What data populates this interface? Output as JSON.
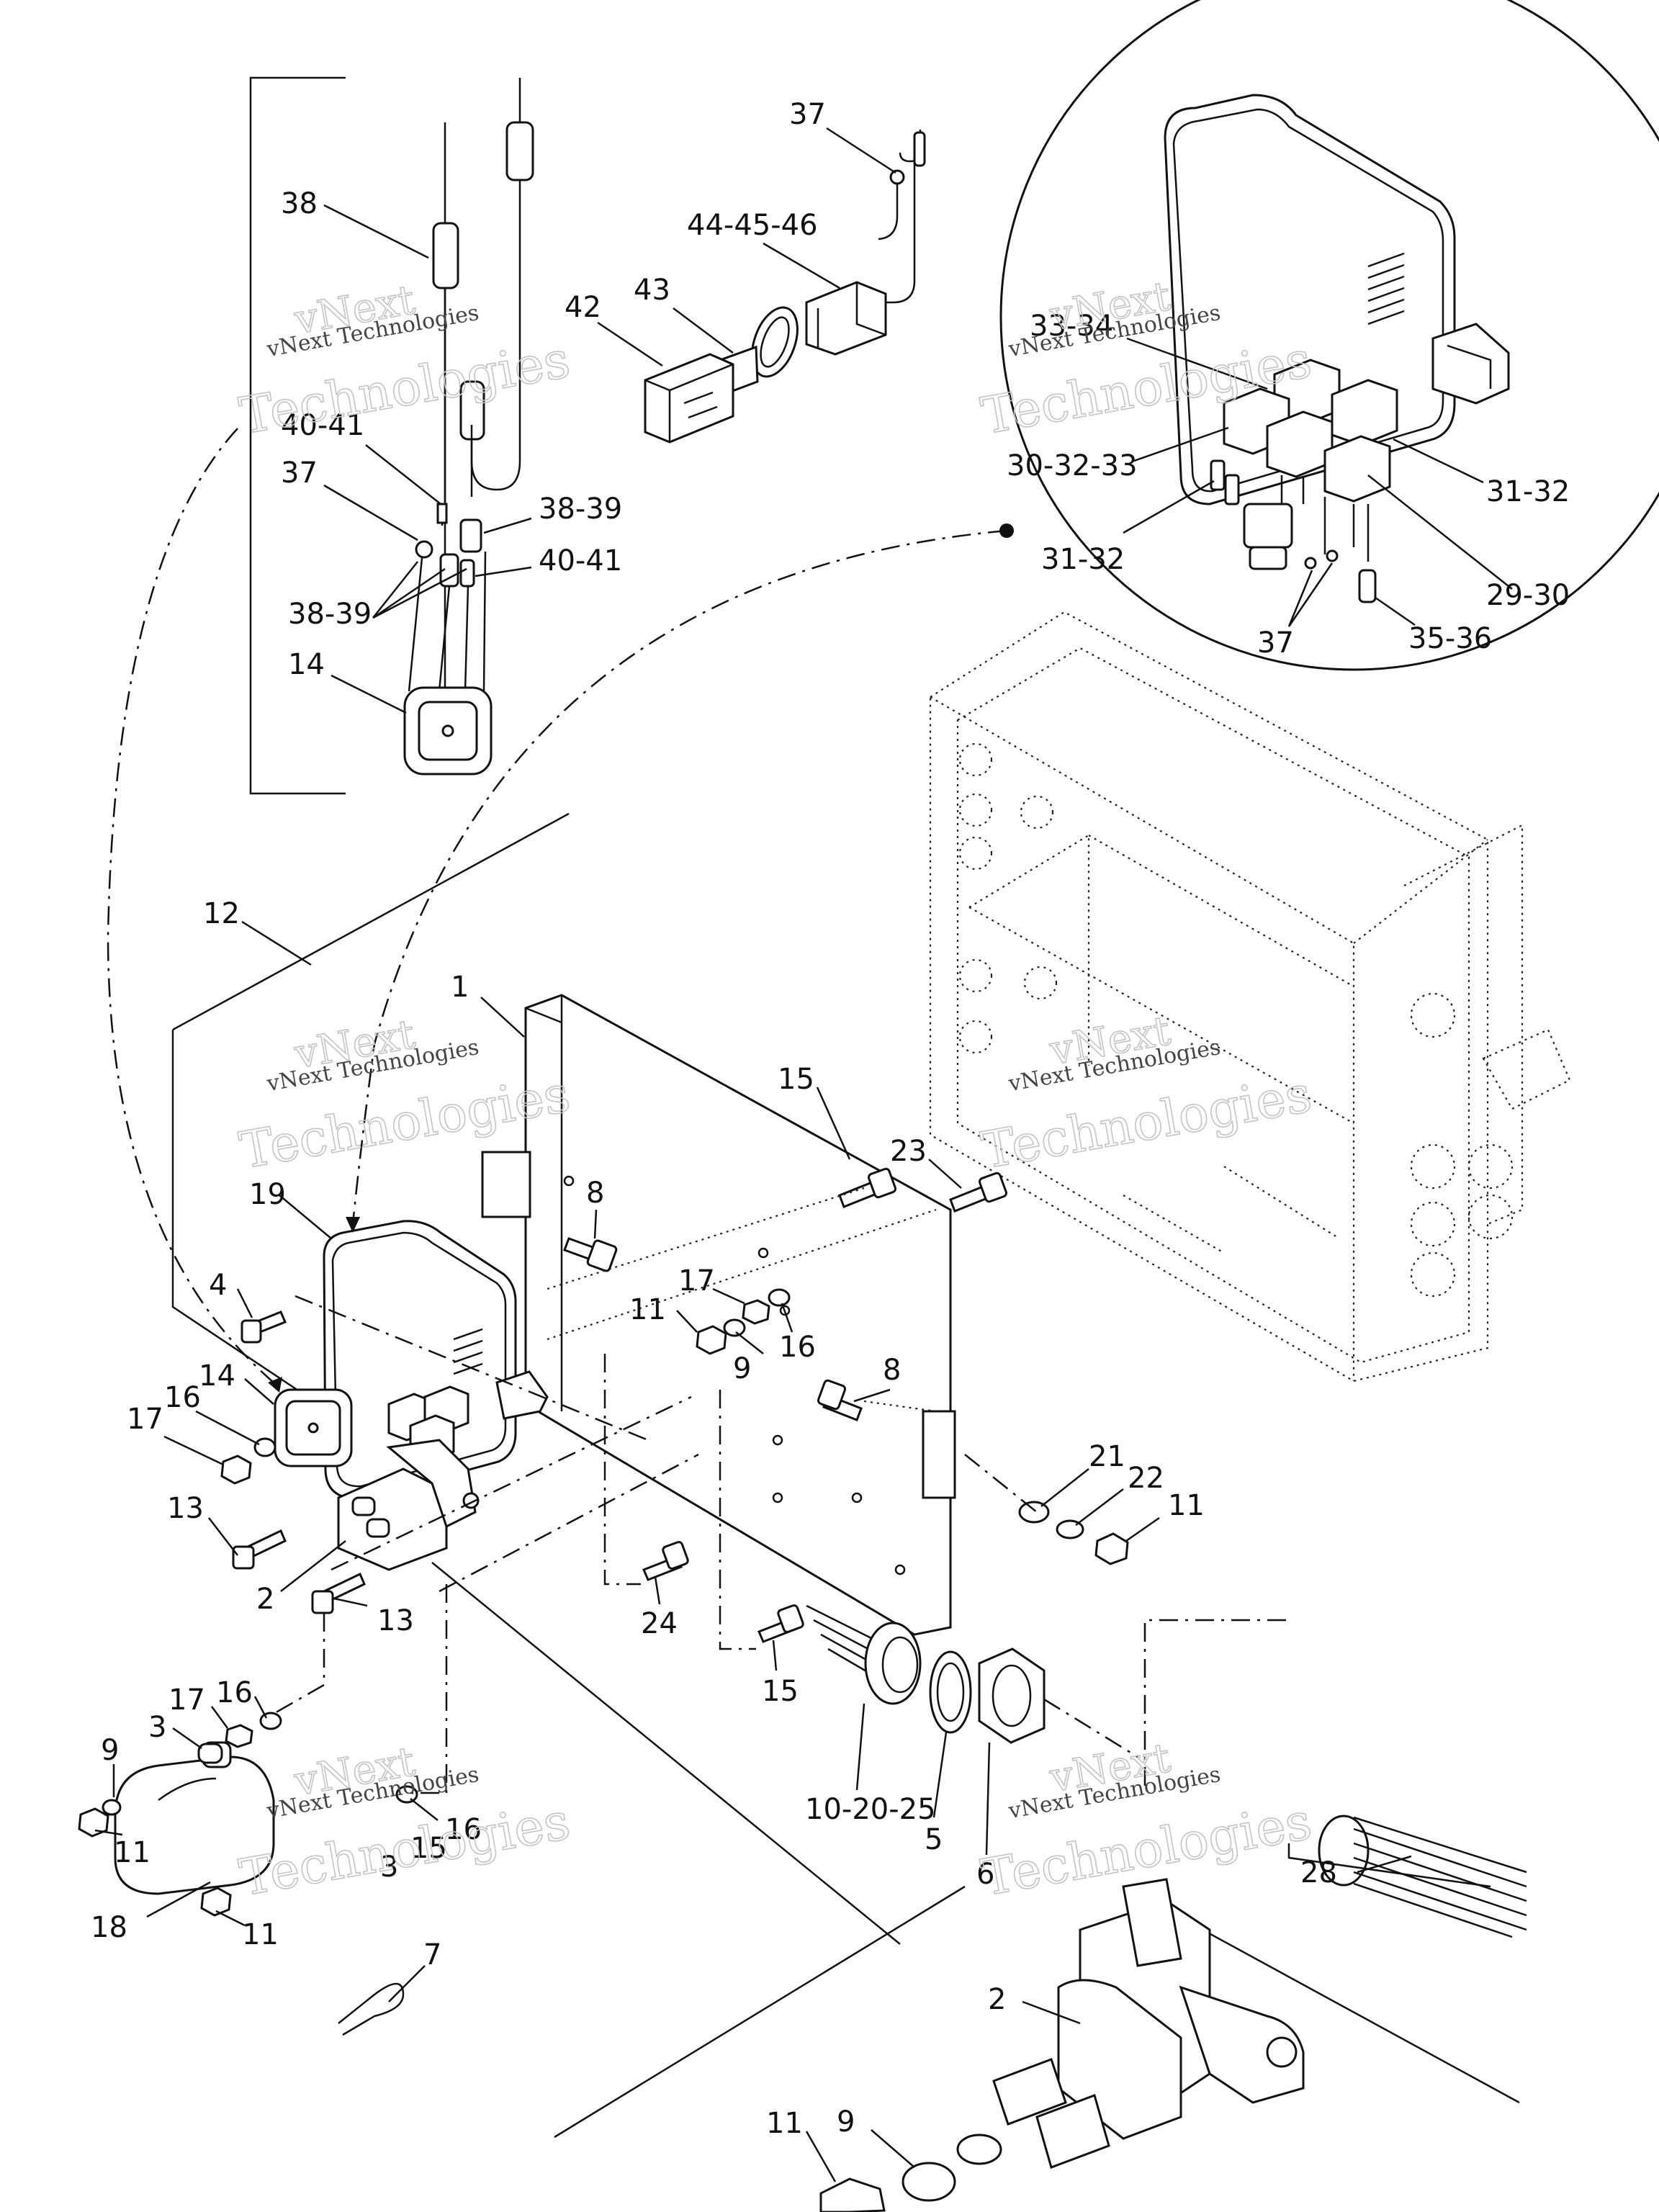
{
  "callouts": {
    "c37a": "37",
    "c44": "44-45-46",
    "c43": "43",
    "c42": "42",
    "c38a": "38",
    "c40a": "40-41",
    "c37b": "37",
    "c38b": "38-39",
    "c40b": "40-41",
    "c38c": "38-39",
    "c14a": "14",
    "c33": "33-34",
    "c30": "30-32-33",
    "c31a": "31-32",
    "c31b": "31-32",
    "c29": "29-30",
    "c37c": "37",
    "c35": "35-36",
    "c12": "12",
    "c1": "1",
    "c15a": "15",
    "c23": "23",
    "c19": "19",
    "c8a": "8",
    "c4": "4",
    "c17a": "17",
    "c11a": "11",
    "c16a": "16",
    "c9a": "9",
    "c8b": "8",
    "c14b": "14",
    "c16b": "16",
    "c17b": "17",
    "c21": "21",
    "c22": "22",
    "c11b": "11",
    "c13a": "13",
    "c2a": "2",
    "c13b": "13",
    "c24": "24",
    "c15b": "15",
    "c17c": "17",
    "c16c": "16",
    "c3a": "3",
    "c9b": "9",
    "c11c": "11",
    "c16d": "16",
    "c15c": "15",
    "c3b": "3",
    "c18": "18",
    "c11d": "11",
    "c10": "10-20-25",
    "c5": "5",
    "c6": "6",
    "c28": "28",
    "c7": "7",
    "c2b": "2",
    "c9c": "9",
    "c11e": "11"
  },
  "watermark": {
    "brand": "vNext",
    "company": "vNext Technologies",
    "word": "Technologies"
  }
}
